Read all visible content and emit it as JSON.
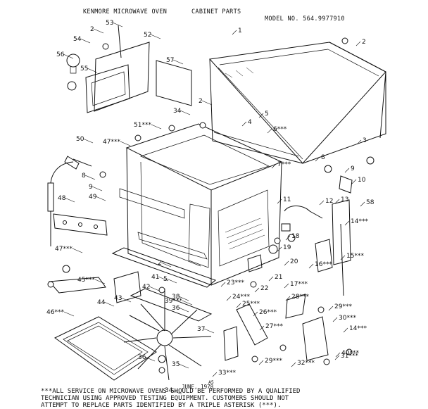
{
  "header": {
    "title": "KENMORE MICROWAVE OVEN",
    "subtitle": "CABINET PARTS",
    "model": "MODEL NO. 564.9977910"
  },
  "callouts": [
    "1",
    "2",
    "2",
    "2",
    "3",
    "4",
    "5",
    "5",
    "6***",
    "7***",
    "8",
    "8",
    "9",
    "9",
    "10",
    "11",
    "12",
    "13",
    "14***",
    "14***",
    "15***",
    "16***",
    "17***",
    "18",
    "19",
    "20",
    "21",
    "22",
    "23***",
    "24***",
    "25***",
    "26***",
    "27***",
    "28***",
    "29***",
    "29***",
    "30***",
    "31***",
    "32***",
    "33***",
    "34",
    "34",
    "35",
    "36",
    "36",
    "37",
    "38",
    "39***",
    "40***",
    "41",
    "42",
    "43",
    "44",
    "45***",
    "46***",
    "47***",
    "47***",
    "48",
    "49",
    "50",
    "51***",
    "52",
    "53",
    "54",
    "55",
    "56",
    "57",
    "58",
    "2"
  ],
  "caption": {
    "ref": "A5",
    "date": "JUNE, 1978"
  },
  "footnote": [
    "***ALL SERVICE ON MICROWAVE OVENS SHOULD BE PERFORMED BY A QUALIFIED",
    "TECHNICIAN USING APPROVED TESTING EQUIPMENT. CUSTOMERS SHOULD NOT",
    "ATTEMPT TO REPLACE PARTS IDENTIFIED BY A TRIPLE ASTERISK (***)."
  ]
}
